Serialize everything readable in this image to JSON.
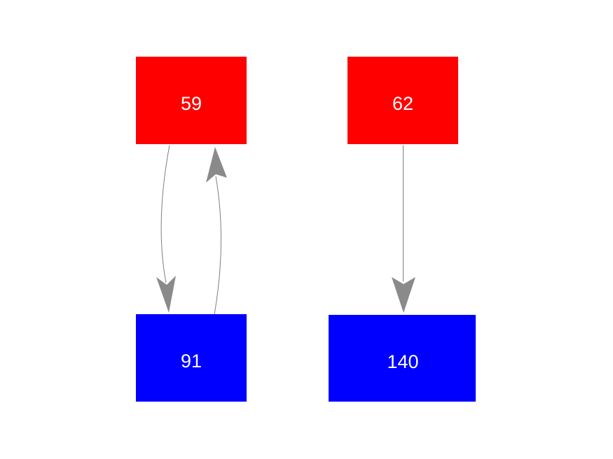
{
  "diagram": {
    "type": "directed-graph-plot",
    "background": "#ffffff",
    "styles": {
      "node_red": "#ff0000",
      "node_blue": "#0000ff",
      "label_color": "#ffffff",
      "edge_color": "#7f7f7f",
      "arrow_color": "#8a8a8a"
    },
    "nodes": [
      {
        "id": "59",
        "label": "59",
        "color": "#ff0000",
        "row": "top",
        "column": "left"
      },
      {
        "id": "62",
        "label": "62",
        "color": "#ff0000",
        "row": "top",
        "column": "right"
      },
      {
        "id": "91",
        "label": "91",
        "color": "#0000ff",
        "row": "bottom",
        "column": "left"
      },
      {
        "id": "140",
        "label": "140",
        "color": "#0000ff",
        "row": "bottom",
        "column": "right"
      }
    ],
    "edges": [
      {
        "from": "59",
        "to": "91",
        "shape": "curved",
        "direction": "down"
      },
      {
        "from": "91",
        "to": "59",
        "shape": "curved",
        "direction": "up"
      },
      {
        "from": "62",
        "to": "140",
        "shape": "straight",
        "direction": "down"
      }
    ]
  }
}
